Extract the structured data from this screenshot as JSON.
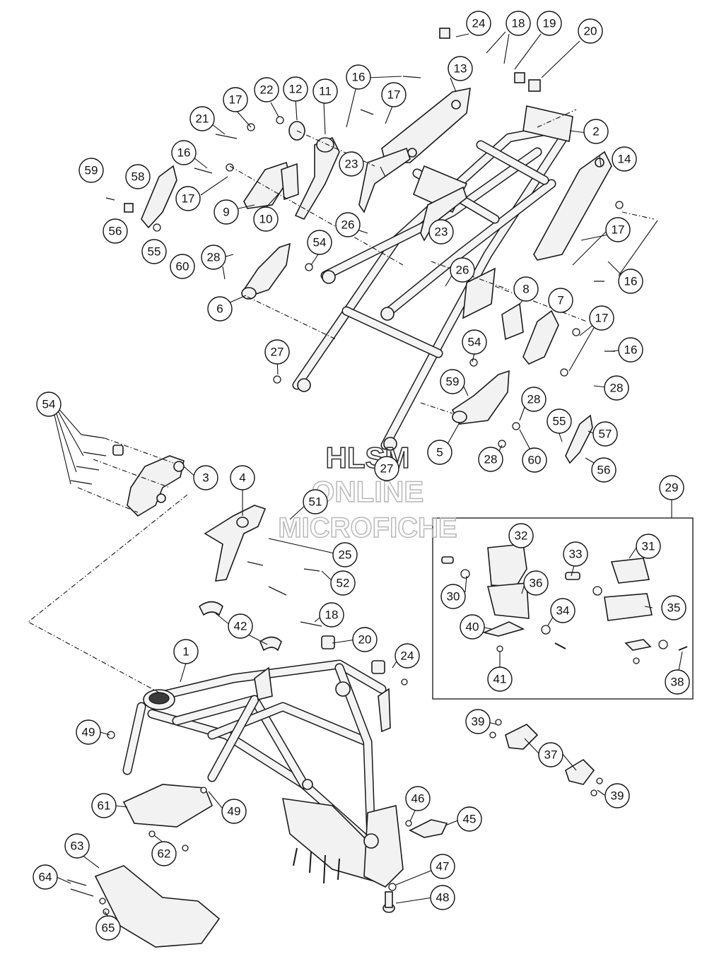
{
  "watermark": {
    "line1": "HLSM",
    "line2": "ONLINE",
    "line3": "MICROFICHE"
  },
  "callouts": [
    "1",
    "2",
    "3",
    "4",
    "5",
    "6",
    "7",
    "8",
    "9",
    "10",
    "11",
    "12",
    "13",
    "14",
    "16",
    "17",
    "18",
    "19",
    "20",
    "21",
    "22",
    "23",
    "24",
    "25",
    "26",
    "27",
    "28",
    "29",
    "30",
    "31",
    "32",
    "33",
    "34",
    "35",
    "36",
    "37",
    "38",
    "39",
    "40",
    "41",
    "42",
    "45",
    "46",
    "47",
    "48",
    "49",
    "51",
    "52",
    "54",
    "55",
    "56",
    "57",
    "58",
    "59",
    "60",
    "61",
    "62",
    "63",
    "64",
    "65"
  ]
}
